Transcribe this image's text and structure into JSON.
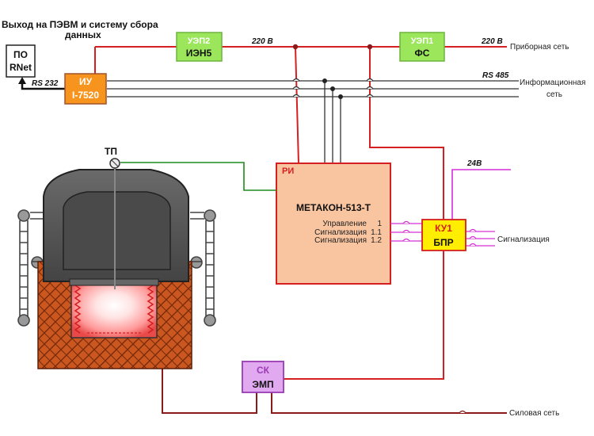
{
  "header": {
    "output_line1": "Выход на ПЭВМ и систему сбора",
    "output_line2": "данных"
  },
  "blocks": {
    "po": {
      "line1": "ПО",
      "line2": "RNet"
    },
    "iu": {
      "line1": "ИУ",
      "line2": "I-7520"
    },
    "uep2": {
      "tag": "УЭП2",
      "name": "ИЭН5"
    },
    "uep1": {
      "tag": "УЭП1",
      "name": "ФС"
    },
    "ri": {
      "tag": "РИ",
      "title": "МЕТАКОН-513-Т"
    },
    "ku1": {
      "tag": "КУ1",
      "name": "БПР"
    },
    "sk": {
      "tag": "СК",
      "name": "ЭМП"
    },
    "tp": "ТП"
  },
  "metakon_outputs": [
    {
      "name": "Управление",
      "num": "1"
    },
    {
      "name": "Сигнализация",
      "num": "1.1"
    },
    {
      "name": "Сигнализация",
      "num": "1.2"
    }
  ],
  "labels": {
    "rs232": "RS 232",
    "v220_left": "220 В",
    "v220_right": "220 В",
    "rs485": "RS 485",
    "v24": "24В",
    "pribornaya": "Приборная сеть",
    "info_line1": "Информационная",
    "info_line2": "сеть",
    "signalizaciya": "Сигнализация",
    "silovaya": "Силовая сеть"
  },
  "colors": {
    "power_line": "#d42020",
    "power_dark": "#8b1a1a",
    "info_line": "#333333",
    "sensor_line": "#1e8a1e",
    "signal_line": "#d62ed6",
    "uep_fill": "#9be65a",
    "iu_fill": "#f7941d",
    "metakon_fill": "#f9c4a0",
    "ku_fill": "#ffee00",
    "sk_fill": "#e0a9f0",
    "furnace_brick": "#c5501e",
    "furnace_lid": "#555555"
  }
}
